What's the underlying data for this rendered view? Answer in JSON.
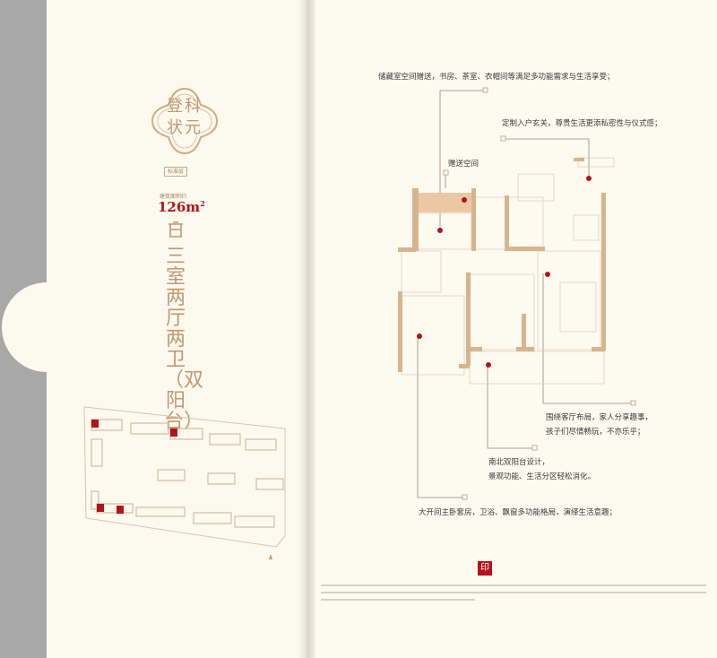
{
  "left_page": {
    "badge": "登科状元",
    "tag": "标准层",
    "area_label": "建筑面积约",
    "area_value": "126m",
    "area_unit_sup": "2",
    "layout_title": "三室两厅两卫（双阳台）"
  },
  "right_page": {
    "annotations": [
      "储藏室空间赠送，书房、茶室、衣帽间等满足多功能需求与生活享受；",
      "定制入户玄关，尊贵生活更添私密性与仪式感；",
      "赠送空间",
      "围绕客厅布局，家人分享趣事，",
      "孩子们尽情畅玩，不亦乐乎；",
      "南北双阳台设计，",
      "景观功能、生活分区轻松消化。",
      "大开间主卧套房，卫浴、飘窗多功能格局，演绎生活意趣；"
    ],
    "seal": "印"
  },
  "colors": {
    "accent_red": "#b4131c",
    "gold": "#c29872",
    "wall": "#d8b48e",
    "paper": "#fcf9ee"
  }
}
